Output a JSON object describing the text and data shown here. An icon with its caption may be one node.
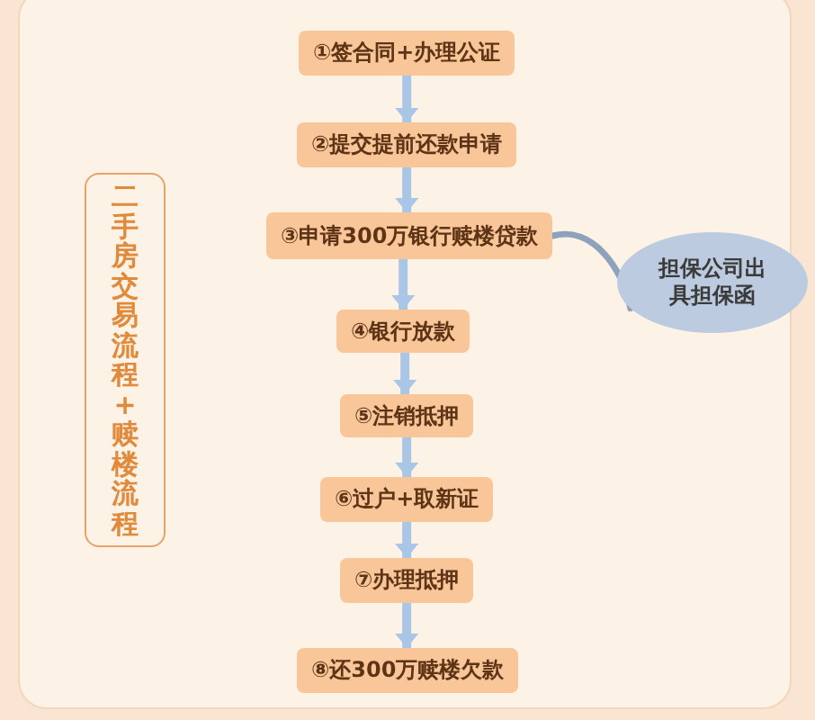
{
  "diagram": {
    "nodes": [
      {
        "text": [
          "①签合同+办理公证"
        ]
      },
      {
        "text": [
          "②提交提前还款申请"
        ]
      },
      {
        "text": [
          "③申请300万银行赎楼贷款"
        ]
      },
      {
        "text": [
          "④银行放款"
        ]
      },
      {
        "text": [
          "⑤注销抵押"
        ]
      },
      {
        "text": [
          "⑥过户+取新证"
        ]
      },
      {
        "text": [
          "⑦办理抵押"
        ]
      },
      {
        "text": [
          "⑧还300万赎楼欠款"
        ]
      },
      {
        "text": [
          "二手房交易流程+赎楼流程"
        ]
      },
      {
        "text": [
          "担保公司出具担保函"
        ]
      }
    ],
    "edges": [
      {
        "from": 0,
        "to": 1,
        "arrow": "to"
      },
      {
        "from": 1,
        "to": 2,
        "arrow": "to"
      },
      {
        "from": 2,
        "to": 3,
        "arrow": "to"
      },
      {
        "from": 3,
        "to": 4,
        "arrow": "to"
      },
      {
        "from": 4,
        "to": 5,
        "arrow": "to"
      },
      {
        "from": 5,
        "to": 6,
        "arrow": "to"
      },
      {
        "from": 6,
        "to": 7,
        "arrow": "to"
      },
      {
        "from": 2,
        "to": 9,
        "arrow": "none",
        "color": "#8fa2bb"
      }
    ]
  }
}
